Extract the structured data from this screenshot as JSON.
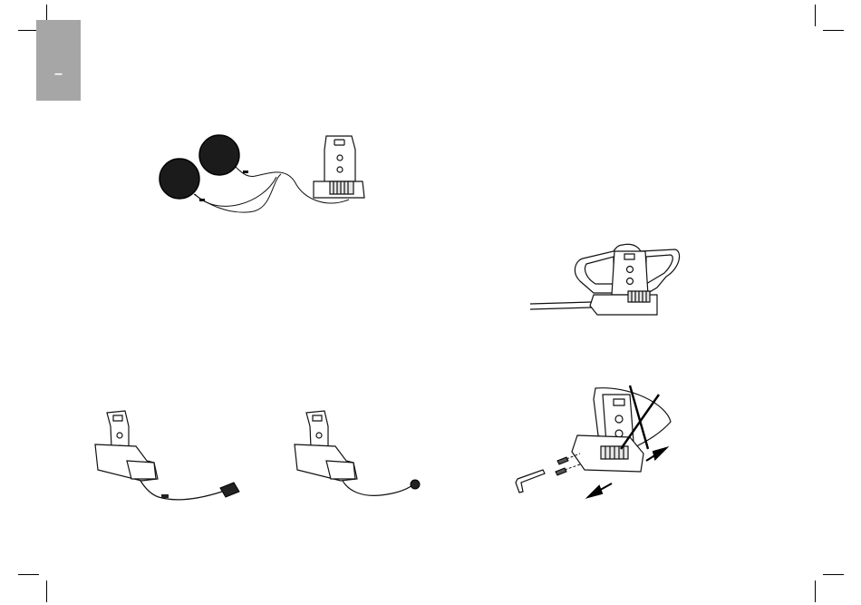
{
  "page": {
    "section_tab": {
      "label": "–",
      "color": "#a6a6a6"
    }
  },
  "illustrations": [
    {
      "id": "speakers-and-mount",
      "icon": "speakers-mount-illustration"
    },
    {
      "id": "boom-mic-clamp",
      "icon": "clamp-mount-illustration"
    },
    {
      "id": "boom-mic-on-clamp",
      "icon": "boom-mic-illustration"
    },
    {
      "id": "wired-mic-on-clamp",
      "icon": "wired-mic-illustration"
    },
    {
      "id": "clamp-removal",
      "icon": "clamp-removal-illustration"
    }
  ]
}
